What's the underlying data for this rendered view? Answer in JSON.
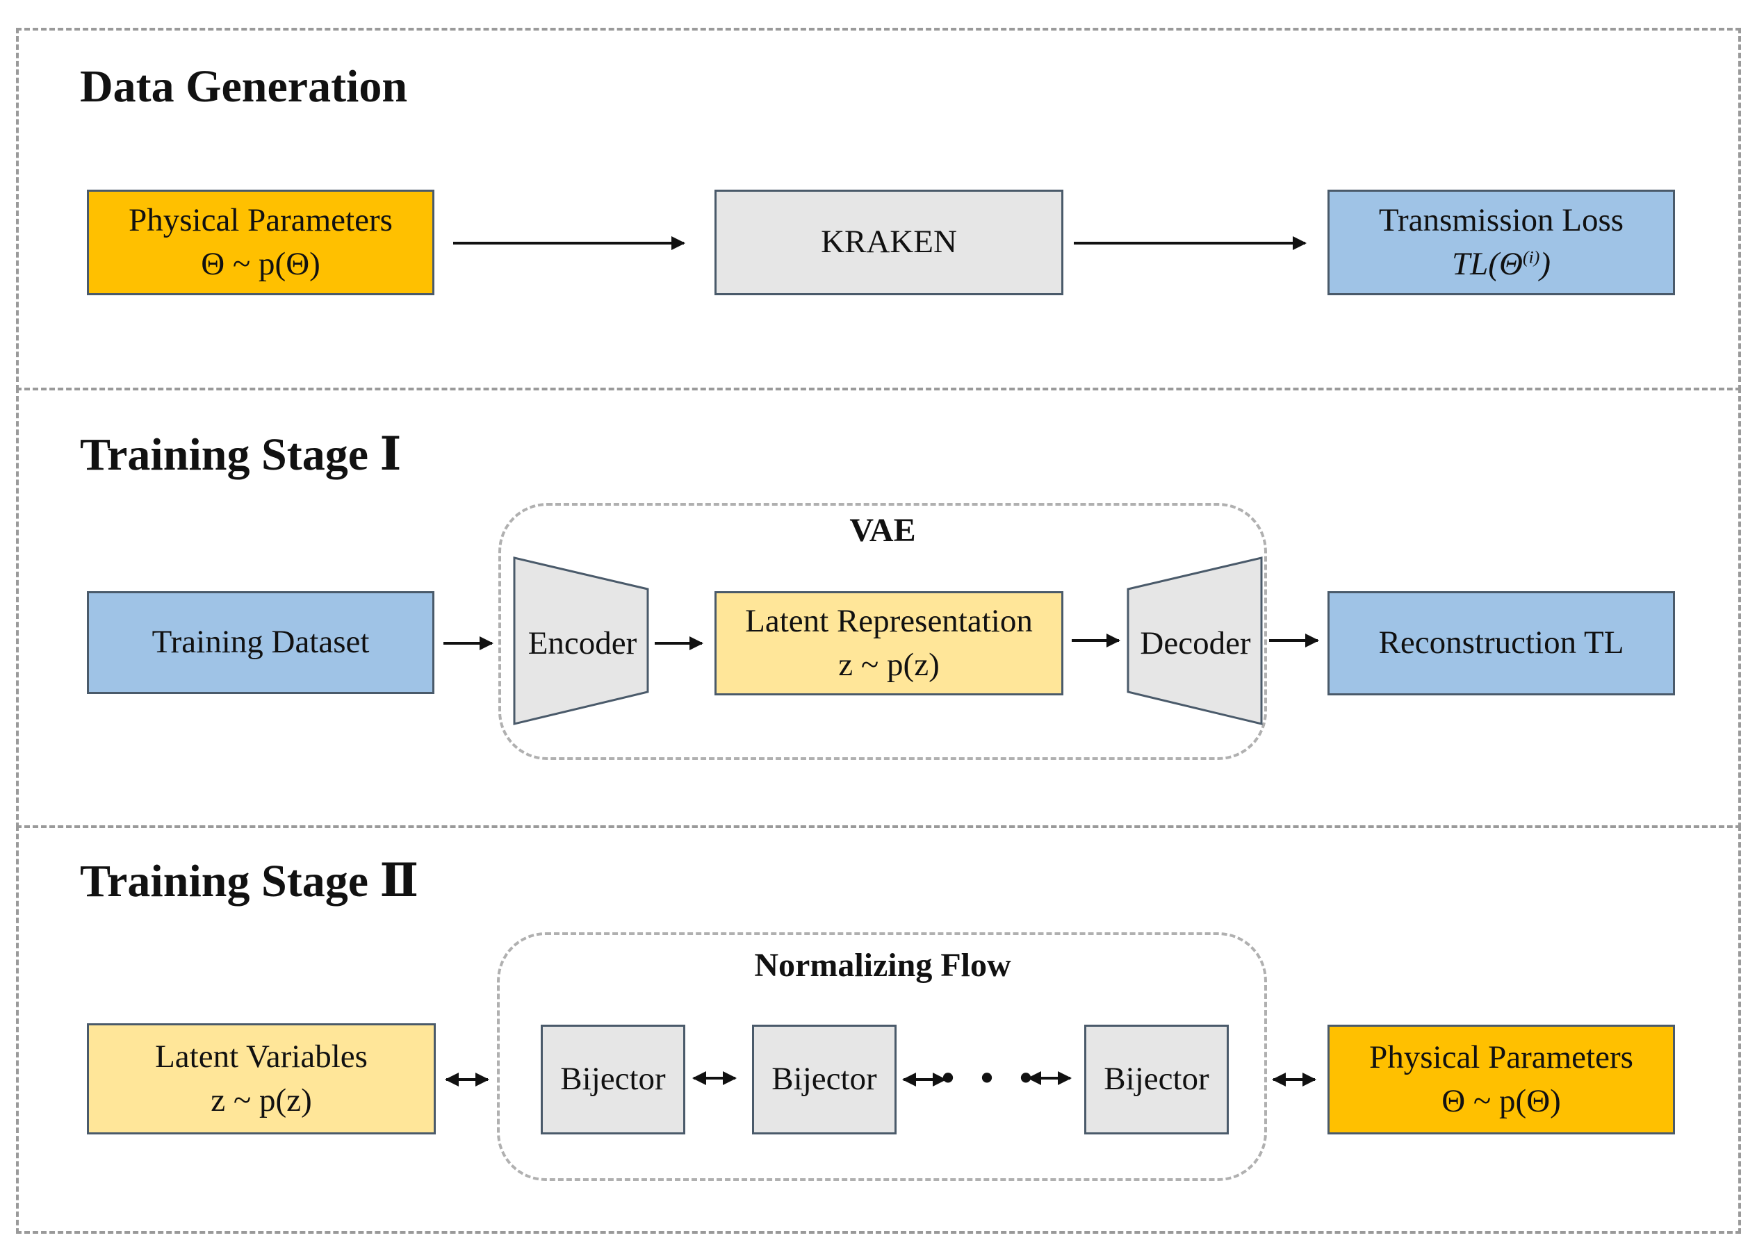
{
  "data_generation": {
    "title": "Data Generation",
    "physical_parameters": {
      "label": "Physical Parameters",
      "formula": "Θ ~ p(Θ)"
    },
    "kraken": {
      "label": "KRAKEN"
    },
    "transmission_loss": {
      "label": "Transmission Loss",
      "formula_base": "TL(Θ",
      "formula_sup": "(i)",
      "formula_end": ")"
    }
  },
  "training_stage_1": {
    "title": "Training Stage Ⅰ",
    "group_title": "VAE",
    "training_dataset": {
      "label": "Training Dataset"
    },
    "encoder": {
      "label": "Encoder"
    },
    "latent_representation": {
      "label": "Latent Representation",
      "formula": "z ~ p(z)"
    },
    "decoder": {
      "label": "Decoder"
    },
    "reconstruction": {
      "label": "Reconstruction TL"
    }
  },
  "training_stage_2": {
    "title": "Training Stage Ⅱ",
    "group_title": "Normalizing Flow",
    "latent_variables": {
      "label": "Latent Variables",
      "formula": "z ~ p(z)"
    },
    "bijectors": [
      "Bijector",
      "Bijector",
      "Bijector"
    ],
    "ellipsis": "• • •",
    "physical_parameters": {
      "label": "Physical Parameters",
      "formula": "Θ ~ p(Θ)"
    }
  },
  "colors": {
    "orange": "#ffc000",
    "gray": "#e6e6e6",
    "blue": "#9fc3e6",
    "yellow": "#ffe699",
    "dashed_border": "#9a9a9a"
  }
}
